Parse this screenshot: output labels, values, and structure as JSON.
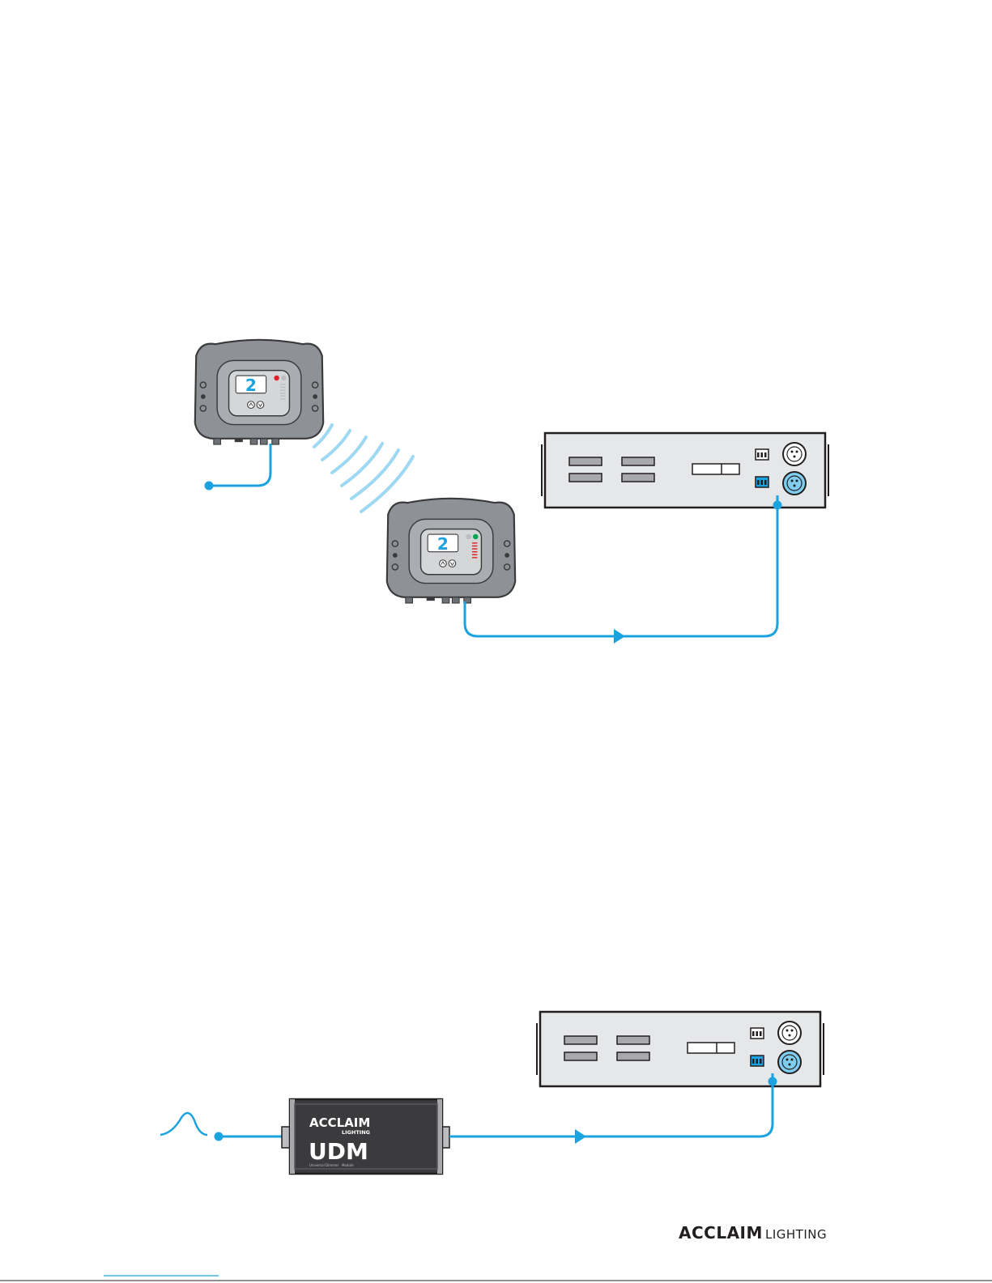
{
  "colors": {
    "signal": "#1ba3e0",
    "wave": "#9fd8f2",
    "transceiver_body": "#8e9196",
    "transceiver_face": "#d5d6d8",
    "dimmer_panel": "#e6e7e8",
    "udm_box": "#3b3b3d",
    "text_dark": "#231f20"
  },
  "diagram_top": {
    "transmitter": {
      "display_digit": "2",
      "led": "red"
    },
    "receiver": {
      "display_digit": "2",
      "led": "green"
    }
  },
  "diagram_bottom": {
    "udm": {
      "brand": "ACCLAIM",
      "brand_sub": "LIGHTING",
      "model": "UDM",
      "footnote_1": "Universal",
      "footnote_2": "Dimmer",
      "footnote_3": "Module"
    }
  },
  "footer": {
    "brand": "ACCLAIM",
    "brand_sub": "LIGHTING"
  }
}
